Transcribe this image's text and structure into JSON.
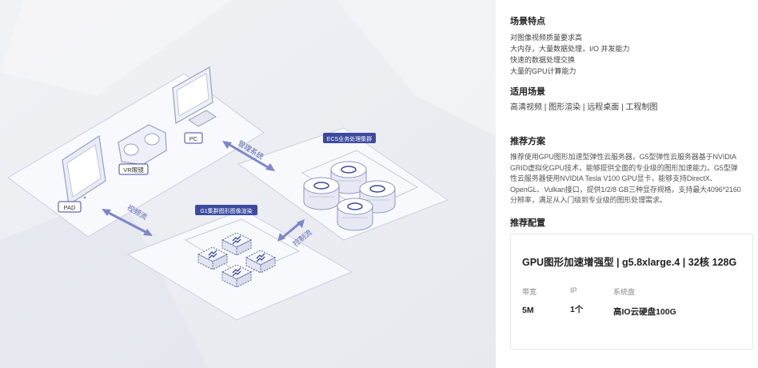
{
  "diagram": {
    "devices": {
      "pc": "PC",
      "vr": "VR眼镜",
      "pad": "PAD"
    },
    "clusters": {
      "ecs": "ECS业务处理集群",
      "g1": "G1集群图形图像渲染"
    },
    "flows": {
      "manage": "管理系统",
      "video": "视频流",
      "control": "控制流"
    }
  },
  "panel": {
    "features": {
      "title": "场景特点",
      "items": [
        "对图像视频质量要求高",
        "大内存，大量数据处理，I/O 并发能力",
        "快速的数据处理交换",
        "大量的GPU计算能力"
      ]
    },
    "scenarios": {
      "title": "适用场景",
      "text": "高清视频 | 图形渲染 | 远程桌面 | 工程制图"
    },
    "recommendation": {
      "title": "推荐方案",
      "lines": [
        "推荐使用GPU图形加速型弹性云服务器，G5型弹性云服务器基于NVIDIA",
        "GRID虚拟化GPU技术，能够提供全面的专业级的图形加速能力。G5型弹",
        "性云服务器使用NVIDIA Tesla V100 GPU显卡，能够支持DirectX、",
        "OpenGL、Vulkan接口，提供1/2/8 GB三种显存规格，支持最大4096*2160",
        "分辨率，满足从入门级到专业级的图形处理需求。"
      ]
    },
    "config": {
      "title": "推荐配置",
      "card_title": "GPU图形加速增强型  | g5.8xlarge.4 | 32核 128G",
      "specs": [
        {
          "label": "带宽",
          "value": "5M"
        },
        {
          "label": "IP",
          "value": "1个"
        },
        {
          "label": "系统盘",
          "value": "高IO云硬盘100G"
        }
      ]
    }
  },
  "colors": {
    "accent": "#3b4a9f",
    "arrow": "#7d87c9",
    "platform": "#f8f9fc",
    "platform_stroke": "#c9cee4"
  }
}
